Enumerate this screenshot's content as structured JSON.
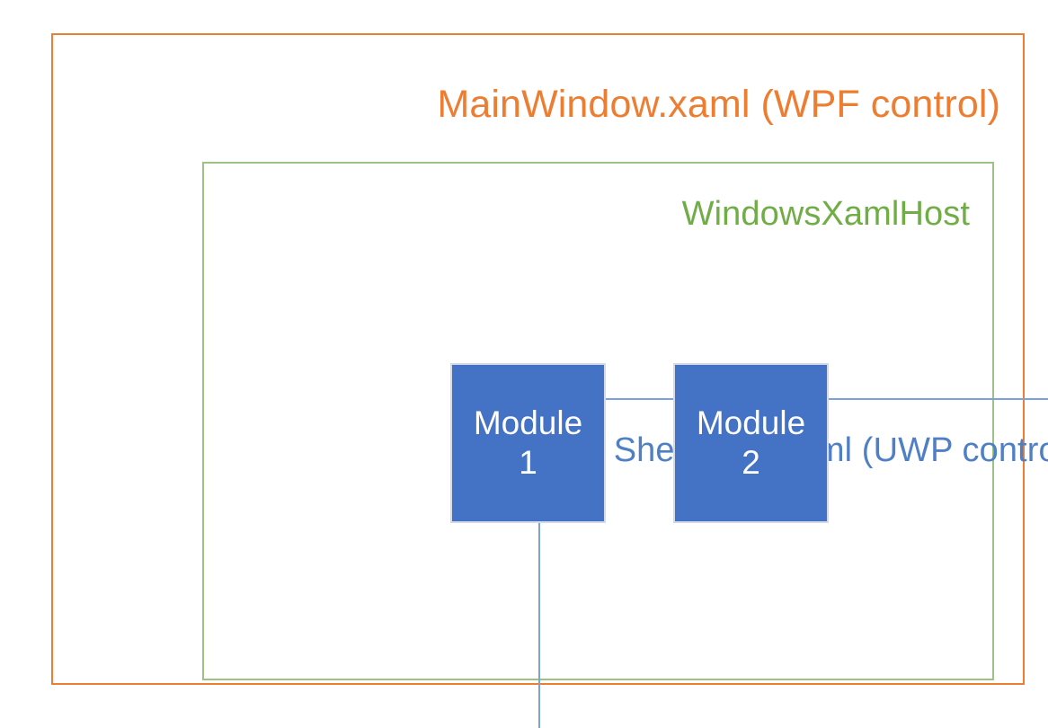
{
  "diagram": {
    "type": "nested-containment",
    "background": "#ffffff",
    "layers": [
      {
        "id": "outer",
        "label": "MainWindow.xaml (WPF control)",
        "border_color": "#ED7D31",
        "text_color": "#ED7D31",
        "label_align": "right"
      },
      {
        "id": "middle",
        "label": "WindowsXamlHost",
        "border_color": "#9CC381",
        "text_color": "#70AD47",
        "label_align": "right"
      },
      {
        "id": "inner",
        "label": "ShellPage.xaml (UWP control)",
        "border_color": "#7BA3DB",
        "text_color": "#4F7FC4",
        "label_align": "right"
      }
    ],
    "modules": [
      {
        "id": "module-1",
        "name": "Module",
        "number": "1",
        "fill_color": "#4472C4",
        "text_color": "#FFFFFF"
      },
      {
        "id": "module-2",
        "name": "Module",
        "number": "2",
        "fill_color": "#4472C4",
        "text_color": "#FFFFFF"
      }
    ]
  }
}
